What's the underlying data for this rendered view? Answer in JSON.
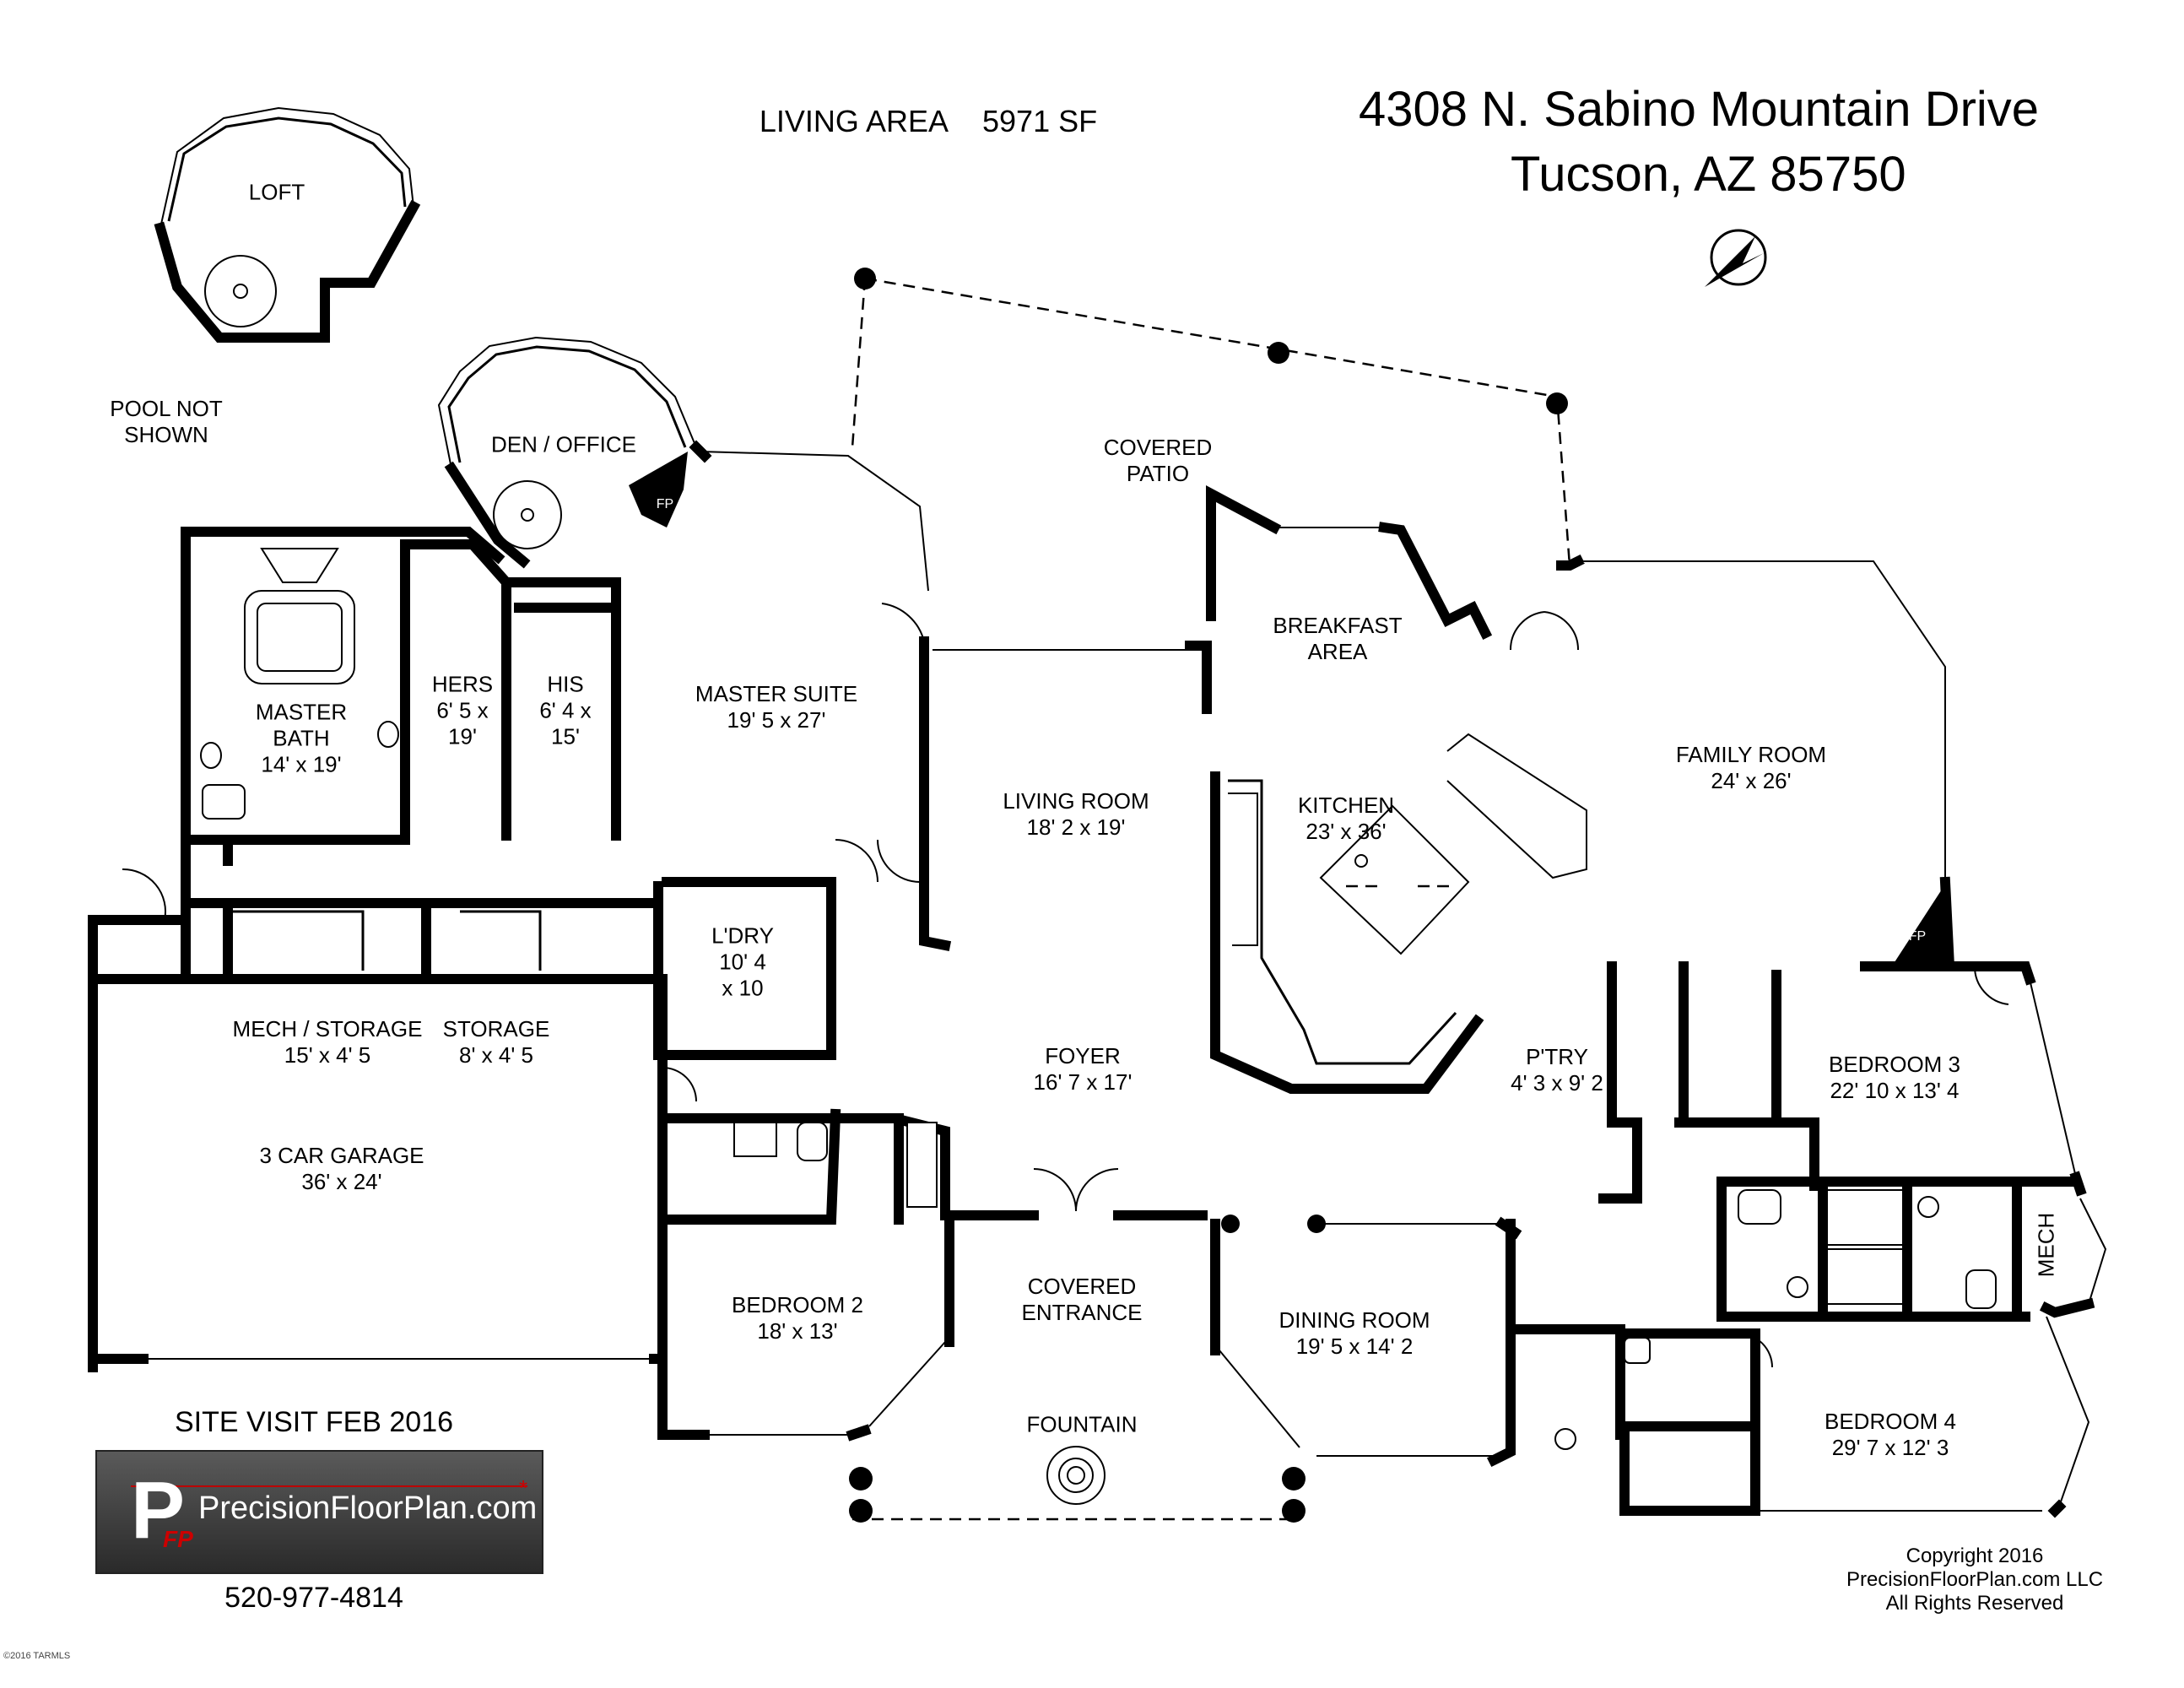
{
  "header": {
    "living_area_label": "LIVING AREA",
    "living_area_value": "5971 SF",
    "address_line1": "4308 N. Sabino Mountain Drive",
    "address_line2": "Tucson, AZ  85750"
  },
  "notes": {
    "pool": [
      "POOL NOT",
      "SHOWN"
    ],
    "site_visit": "SITE VISIT  FEB 2016",
    "phone": "520-977-4814",
    "watermark": "©2016 TARMLS"
  },
  "logo": {
    "mark": "P",
    "mark_sub": "FP",
    "text": "PrecisionFloorPlan.com",
    "star": "*"
  },
  "copyright": [
    "Copyright 2016",
    "PrecisionFloorPlan.com LLC",
    "All Rights Reserved"
  ],
  "rooms": {
    "loft": [
      "LOFT"
    ],
    "den": [
      "DEN / OFFICE"
    ],
    "covered_patio": [
      "COVERED",
      "PATIO"
    ],
    "breakfast": [
      "BREAKFAST",
      "AREA"
    ],
    "master_bath": [
      "MASTER",
      "BATH",
      "14' x 19'"
    ],
    "hers": [
      "HERS",
      "6' 5 x",
      "19'"
    ],
    "his": [
      "HIS",
      "6' 4 x",
      "15'"
    ],
    "master_suite": [
      "MASTER SUITE",
      "19' 5 x 27'"
    ],
    "living_room": [
      "LIVING ROOM",
      "18' 2 x 19'"
    ],
    "kitchen": [
      "KITCHEN",
      "23' x 36'"
    ],
    "family_room": [
      "FAMILY ROOM",
      "24' x 26'"
    ],
    "laundry": [
      "L'DRY",
      "10' 4",
      "x 10"
    ],
    "mech_storage": [
      "MECH / STORAGE",
      "15' x 4' 5"
    ],
    "storage": [
      "STORAGE",
      "8' x 4' 5"
    ],
    "foyer": [
      "FOYER",
      "16' 7 x 17'"
    ],
    "pantry": [
      "P'TRY",
      "4' 3 x 9' 2"
    ],
    "bedroom3": [
      "BEDROOM 3",
      "22' 10 x 13' 4"
    ],
    "garage": [
      "3 CAR GARAGE",
      "36' x 24'"
    ],
    "mech": "MECH",
    "bedroom2": [
      "BEDROOM 2",
      "18' x 13'"
    ],
    "covered_entrance": [
      "COVERED",
      "ENTRANCE"
    ],
    "dining": [
      "DINING ROOM",
      "19' 5 x 14' 2"
    ],
    "bedroom4": [
      "BEDROOM 4",
      "29' 7 x 12' 3"
    ],
    "fountain": [
      "FOUNTAIN"
    ],
    "fireplace": "FP"
  }
}
